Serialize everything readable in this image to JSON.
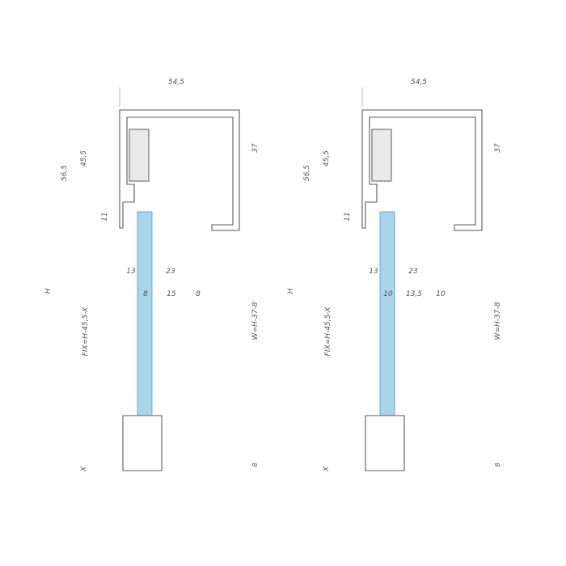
{
  "colors": {
    "glass_fill": "#a9d4ea",
    "glass_stroke": "#5aa3cf",
    "line": "#5a5a5a",
    "dimension": "#9a9a9a"
  },
  "drawings": [
    {
      "top_width": "54,5",
      "height_56": "56,5",
      "height_45": "45,5",
      "height_37": "37",
      "height_11": "11",
      "offset_13": "13",
      "offset_23": "23",
      "glass_fix": "8",
      "gap": "15",
      "glass_slide": "8",
      "total_height": "H",
      "fix_formula": "FIX=H-45,5-X",
      "slide_formula": "W=H-37-8",
      "bottom_x": "X",
      "bottom_8": "8"
    },
    {
      "top_width": "54,5",
      "height_56": "56,5",
      "height_45": "45,5",
      "height_37": "37",
      "height_11": "11",
      "offset_13": "13",
      "offset_23": "23",
      "glass_fix": "10",
      "gap": "13,5",
      "glass_slide": "10",
      "total_height": "H",
      "fix_formula": "FIX=H-45,5-X",
      "slide_formula": "W=H-37-8",
      "bottom_x": "X",
      "bottom_8": "8"
    }
  ]
}
